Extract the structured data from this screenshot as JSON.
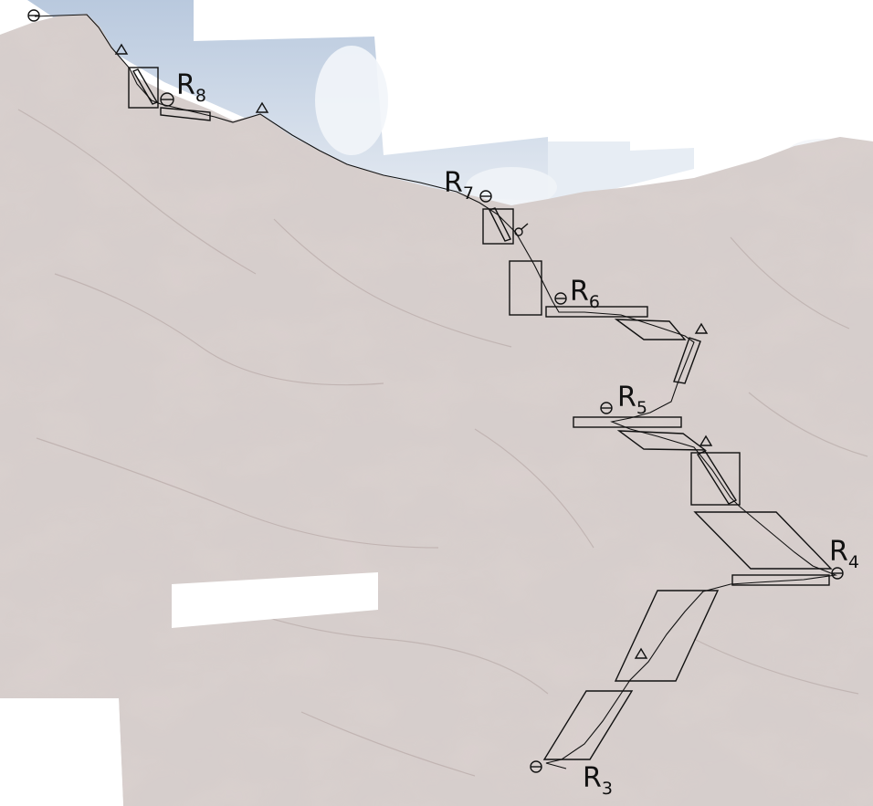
{
  "labels": {
    "r3": {
      "main": "R",
      "sub": "3"
    },
    "r4": {
      "main": "R",
      "sub": "4"
    },
    "r5": {
      "main": "R",
      "sub": "5"
    },
    "r6": {
      "main": "R",
      "sub": "6"
    },
    "r7": {
      "main": "R",
      "sub": "7"
    },
    "r8": {
      "main": "R",
      "sub": "8"
    }
  },
  "colors": {
    "sky": "#c9d6e6",
    "rock": "#d8cfcc",
    "rock_shadow": "#c2b5b2",
    "line": "#111111",
    "paper": "#ffffff"
  },
  "symbols": {
    "belay": "belay-station-icon",
    "bolt": "bolt-icon",
    "piton": "piton-icon"
  }
}
